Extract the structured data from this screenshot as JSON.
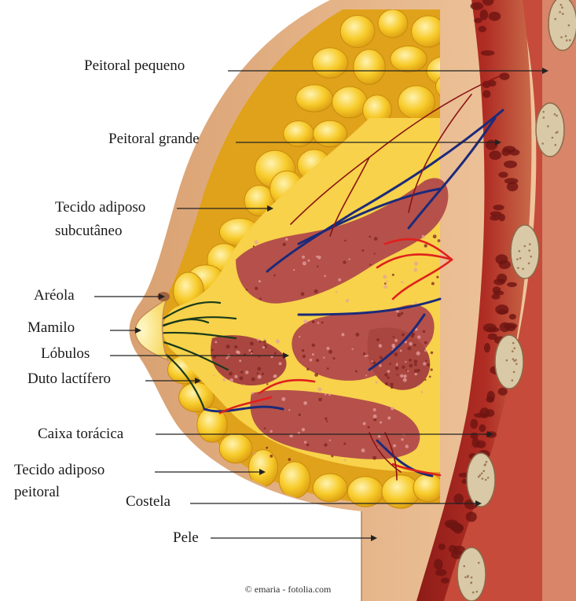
{
  "labels": {
    "peitoral_pequeno": "Peitoral pequeno",
    "peitoral_grande": "Peitoral grande",
    "tecido_adiposo_subcutaneo_1": "Tecido adiposo",
    "tecido_adiposo_subcutaneo_2": "subcutâneo",
    "areola": "Aréola",
    "mamilo": "Mamilo",
    "lobulos": "Lóbulos",
    "duto_lactifero": "Duto lactífero",
    "caixa_toracica": "Caixa torácica",
    "tecido_adiposo_peitoral_1": "Tecido adiposo",
    "tecido_adiposo_peitoral_2": "peitoral",
    "costela": "Costela",
    "pele": "Pele"
  },
  "credit": "© emaria - fotolia.com",
  "colors": {
    "skin": "#e8b98e",
    "skin_dark": "#c98f63",
    "fat": "#f5c21e",
    "fat_light": "#fbe27a",
    "gland": "#b5514a",
    "gland_dark": "#8a2e2c",
    "muscle": "#a5241f",
    "muscle_dark": "#6e1412",
    "rib": "#d9c9a6",
    "artery": "#e0201c",
    "vein": "#1c2a7a"
  }
}
